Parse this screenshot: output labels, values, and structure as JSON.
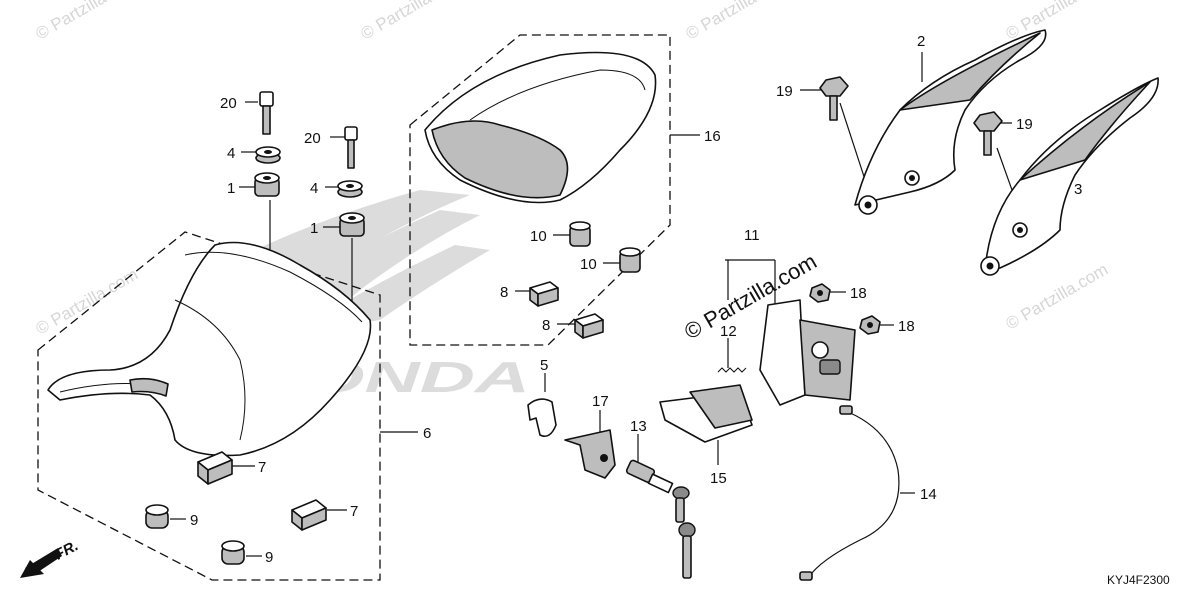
{
  "diagram_code": "KYJ4F2300",
  "front_label": "FR.",
  "brand_logo": "HONDA",
  "watermarks": {
    "small": "© Partzilla.com",
    "center": "© Partzilla.com"
  },
  "callouts": {
    "p1a": "1",
    "p1b": "1",
    "p2": "2",
    "p3": "3",
    "p4a": "4",
    "p4b": "4",
    "p5": "5",
    "p6": "6",
    "p7a": "7",
    "p7b": "7",
    "p8a": "8",
    "p8b": "8",
    "p9a": "9",
    "p9b": "9",
    "p10a": "10",
    "p10b": "10",
    "p11": "11",
    "p12": "12",
    "p13": "13",
    "p14": "14",
    "p15": "15",
    "p16": "16",
    "p17": "17",
    "p18a": "18",
    "p18b": "18",
    "p19a": "19",
    "p19b": "19",
    "p20a": "20",
    "p20b": "20"
  }
}
